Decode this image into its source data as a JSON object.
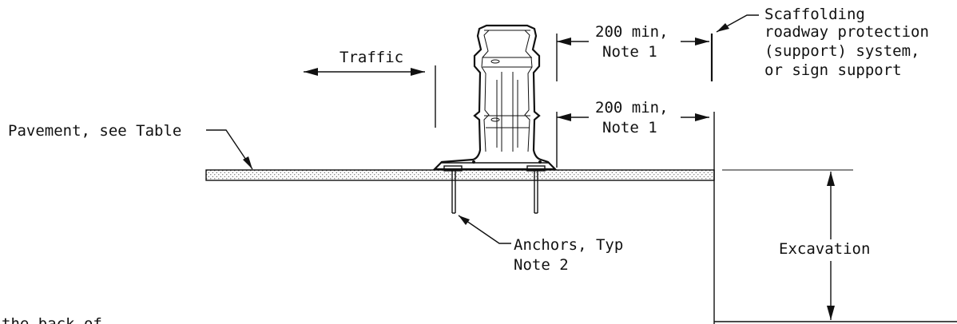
{
  "labels": {
    "traffic": "Traffic",
    "dim_upper_line1": "200 min,",
    "dim_upper_line2": "Note 1",
    "dim_lower_line1": "200 min,",
    "dim_lower_line2": "Note 1",
    "scaffold_line1": "Scaffolding",
    "scaffold_line2": "roadway protection",
    "scaffold_line3": "(support) system,",
    "scaffold_line4": "or sign support",
    "pavement": "Pavement, see Table",
    "anchors_line1": "Anchors, Typ",
    "anchors_line2": "Note 2",
    "excavation": "Excavation",
    "cut_text": "the back of"
  },
  "colors": {
    "ink": "#111111",
    "background": "#ffffff"
  }
}
